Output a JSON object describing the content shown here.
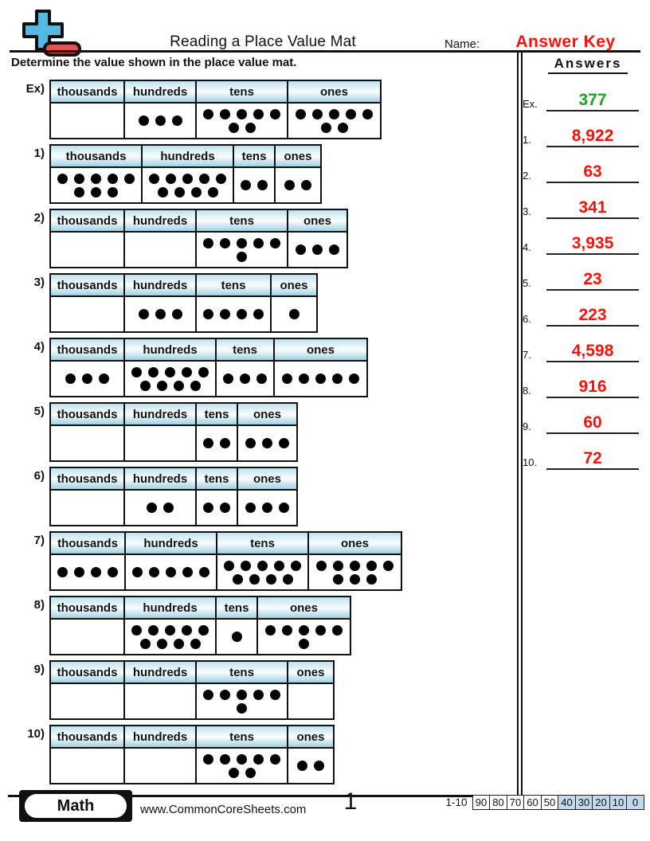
{
  "header": {
    "title": "Reading a Place Value Mat",
    "name_label": "Name:",
    "name_value": "Answer Key",
    "instruction": "Determine the value shown in the place value mat.",
    "logo_icon": "plus-minus-icon"
  },
  "columns": [
    "thousands",
    "hundreds",
    "tens",
    "ones"
  ],
  "problems": [
    {
      "label": "Ex)",
      "dots": [
        0,
        3,
        7,
        7
      ]
    },
    {
      "label": "1)",
      "dots": [
        8,
        9,
        2,
        2
      ]
    },
    {
      "label": "2)",
      "dots": [
        0,
        0,
        6,
        3
      ]
    },
    {
      "label": "3)",
      "dots": [
        0,
        3,
        4,
        1
      ]
    },
    {
      "label": "4)",
      "dots": [
        3,
        9,
        3,
        5
      ]
    },
    {
      "label": "5)",
      "dots": [
        0,
        0,
        2,
        3
      ]
    },
    {
      "label": "6)",
      "dots": [
        0,
        2,
        2,
        3
      ]
    },
    {
      "label": "7)",
      "dots": [
        4,
        5,
        9,
        8
      ]
    },
    {
      "label": "8)",
      "dots": [
        0,
        9,
        1,
        6
      ]
    },
    {
      "label": "9)",
      "dots": [
        0,
        0,
        6,
        0
      ]
    },
    {
      "label": "10)",
      "dots": [
        0,
        0,
        7,
        2
      ]
    }
  ],
  "answers": {
    "title": "Answers",
    "items": [
      {
        "label": "Ex.",
        "value": "377",
        "color": "#1fa41f"
      },
      {
        "label": "1.",
        "value": "8,922",
        "color": "#fb0f0a"
      },
      {
        "label": "2.",
        "value": "63",
        "color": "#fb0f0a"
      },
      {
        "label": "3.",
        "value": "341",
        "color": "#fb0f0a"
      },
      {
        "label": "4.",
        "value": "3,935",
        "color": "#fb0f0a"
      },
      {
        "label": "5.",
        "value": "23",
        "color": "#fb0f0a"
      },
      {
        "label": "6.",
        "value": "223",
        "color": "#fb0f0a"
      },
      {
        "label": "7.",
        "value": "4,598",
        "color": "#fb0f0a"
      },
      {
        "label": "8.",
        "value": "916",
        "color": "#fb0f0a"
      },
      {
        "label": "9.",
        "value": "60",
        "color": "#fb0f0a"
      },
      {
        "label": "10.",
        "value": "72",
        "color": "#fb0f0a"
      }
    ]
  },
  "footer": {
    "subject": "Math",
    "website": "www.CommonCoreSheets.com",
    "page_number": "1",
    "score_label": "1-10",
    "score_cells": [
      {
        "value": "90",
        "highlighted": false
      },
      {
        "value": "80",
        "highlighted": false
      },
      {
        "value": "70",
        "highlighted": false
      },
      {
        "value": "60",
        "highlighted": false
      },
      {
        "value": "50",
        "highlighted": false
      },
      {
        "value": "40",
        "highlighted": true
      },
      {
        "value": "30",
        "highlighted": true
      },
      {
        "value": "20",
        "highlighted": true
      },
      {
        "value": "10",
        "highlighted": true
      },
      {
        "value": "0",
        "highlighted": true
      }
    ]
  },
  "colors": {
    "answer_red": "#fb0f0a",
    "example_green": "#1fa41f",
    "header_gradient_top": "#bfe2ee",
    "header_gradient_bottom": "#9fcfdf",
    "score_highlight_blue": "#c3d7ef",
    "logo_blue": "#56b7e0",
    "logo_red": "#e9514d",
    "dot_black": "#000000"
  }
}
